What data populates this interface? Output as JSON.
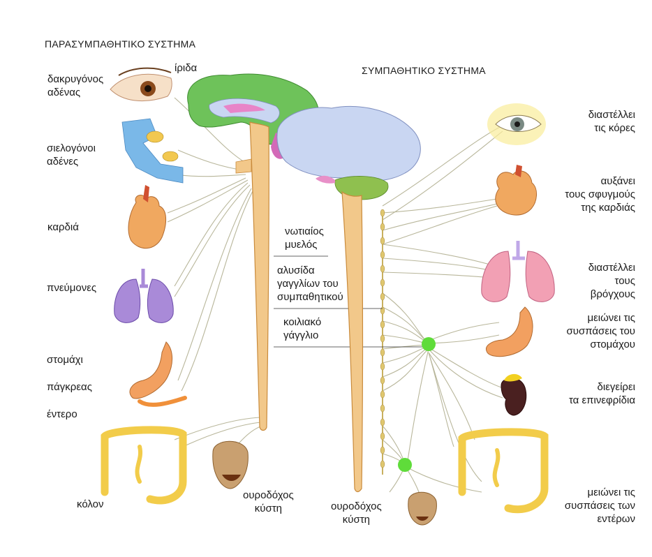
{
  "titles": {
    "parasympathetic": "ΠΑΡΑΣΥΜΠΑΘΗΤΙΚΟ ΣΥΣΤΗΜΑ",
    "sympathetic": "ΣΥΜΠΑΘΗΤΙΚΟ ΣΥΣΤΗΜΑ"
  },
  "left_labels": {
    "tear_gland": [
      "δακρυγόνος",
      "αδένας"
    ],
    "iris": "ίριδα",
    "salivary": [
      "σιελογόνοι",
      "αδένες"
    ],
    "heart": "καρδιά",
    "lungs": "πνεύμονες",
    "stomach": "στομάχι",
    "pancreas": "πάγκρεας",
    "intestine": "έντερο",
    "colon": "κόλον",
    "bladder": [
      "ουροδόχος",
      "κύστη"
    ]
  },
  "center_labels": {
    "spinal_cord": [
      "νωτιαίος",
      "μυελός"
    ],
    "ganglion_chain": [
      "αλυσίδα",
      "γαγγλίων του",
      "συμπαθητικού"
    ],
    "celiac_ganglion": [
      "κοιλιακό",
      "γάγγλιο"
    ],
    "bladder": [
      "ουροδόχος",
      "κύστη"
    ]
  },
  "right_labels": {
    "eye": [
      "διαστέλλει",
      "τις κόρες"
    ],
    "heart": [
      "αυξάνει",
      "τους σφυγμούς",
      "της καρδιάς"
    ],
    "lungs": [
      "διαστέλλει",
      "τους",
      "βρόγχους"
    ],
    "stomach": [
      "μειώνει τις",
      "συσπάσεις του",
      "στομάχου"
    ],
    "adrenal": [
      "διεγείρει",
      "τα επινεφρίδια"
    ],
    "intestines": [
      "μειώνει τις",
      "συσπάσεις των",
      "εντέρων"
    ]
  },
  "colors": {
    "nerve": "#b8b69a",
    "cord": "#f2c88a",
    "cord_edge": "#c98b3c",
    "brain_green": "#6ec25a",
    "brain_blue": "#c9d6f2",
    "cerebellum": "#8fc04f",
    "ganglion": "#5fdc3a",
    "heart": "#f0a860",
    "lung_pink": "#f2a0b4",
    "lung_purple": "#a98ad8",
    "stomach": "#f2a060",
    "colon": "#f2cc4a",
    "bladder": "#c9a070",
    "iris_brown": "#8a4a1c",
    "iris_grey": "#7a8a84",
    "kidney": "#4a2020",
    "adrenal": "#f2d020"
  }
}
